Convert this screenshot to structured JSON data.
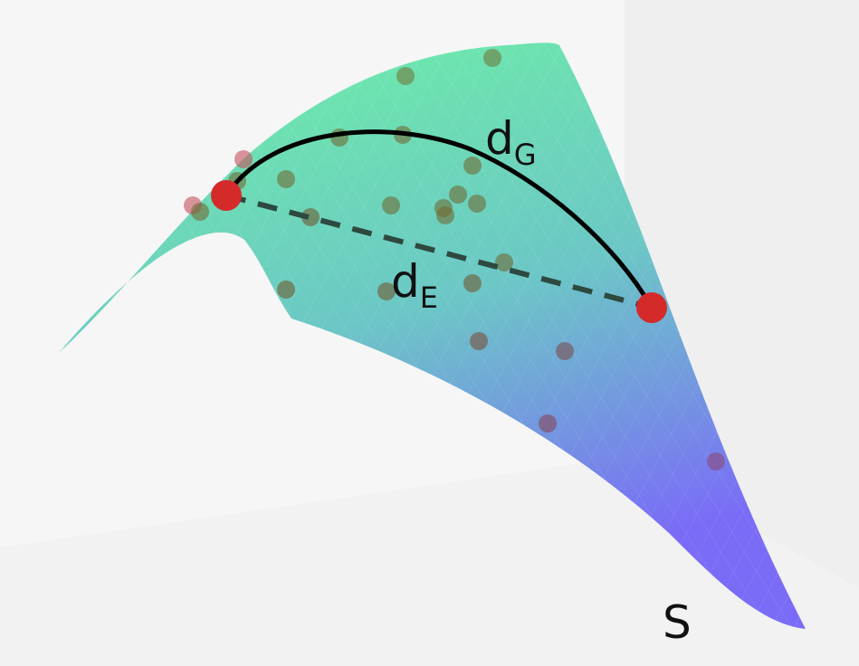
{
  "diagram": {
    "labels": {
      "geodesic": {
        "main": "d",
        "sub": "G"
      },
      "euclidean": {
        "main": "d",
        "sub": "E"
      },
      "surface": "S"
    },
    "colors": {
      "background": "#f6f6f7",
      "surface_top": "#6ef2a4",
      "surface_middle": "#6cc7c6",
      "surface_bottom": "#7a6cf7",
      "endpoint": "#d42a2a",
      "geodesic_line": "#000000",
      "euclidean_line": "#2e4a40"
    }
  }
}
